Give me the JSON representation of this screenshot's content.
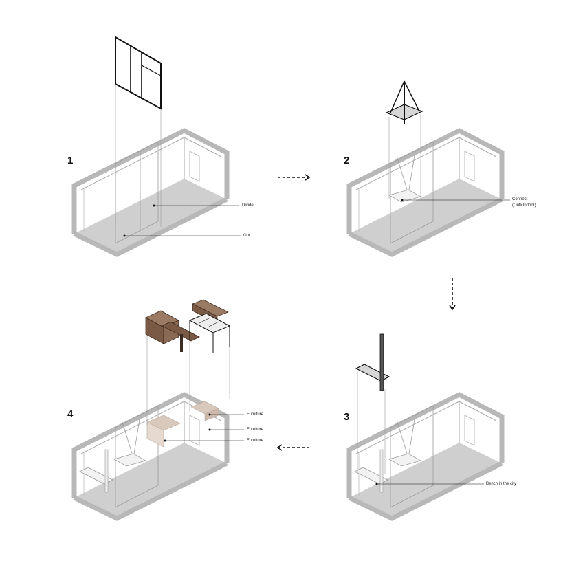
{
  "steps": [
    {
      "number": "1",
      "labels": [
        "Divide",
        "Out"
      ]
    },
    {
      "number": "2",
      "labels": [
        "Connect",
        "(Out&Indoor)"
      ]
    },
    {
      "number": "3",
      "labels": [
        "Bench in the city"
      ]
    },
    {
      "number": "4",
      "labels": [
        "Furniture",
        "Furniture",
        "Furniture"
      ]
    }
  ],
  "colors": {
    "wall": "#b8b8b8",
    "floor": "#cfcfcf",
    "line": "#222222",
    "wood": "#7a5a45",
    "wood_light": "#d9c8bc"
  }
}
